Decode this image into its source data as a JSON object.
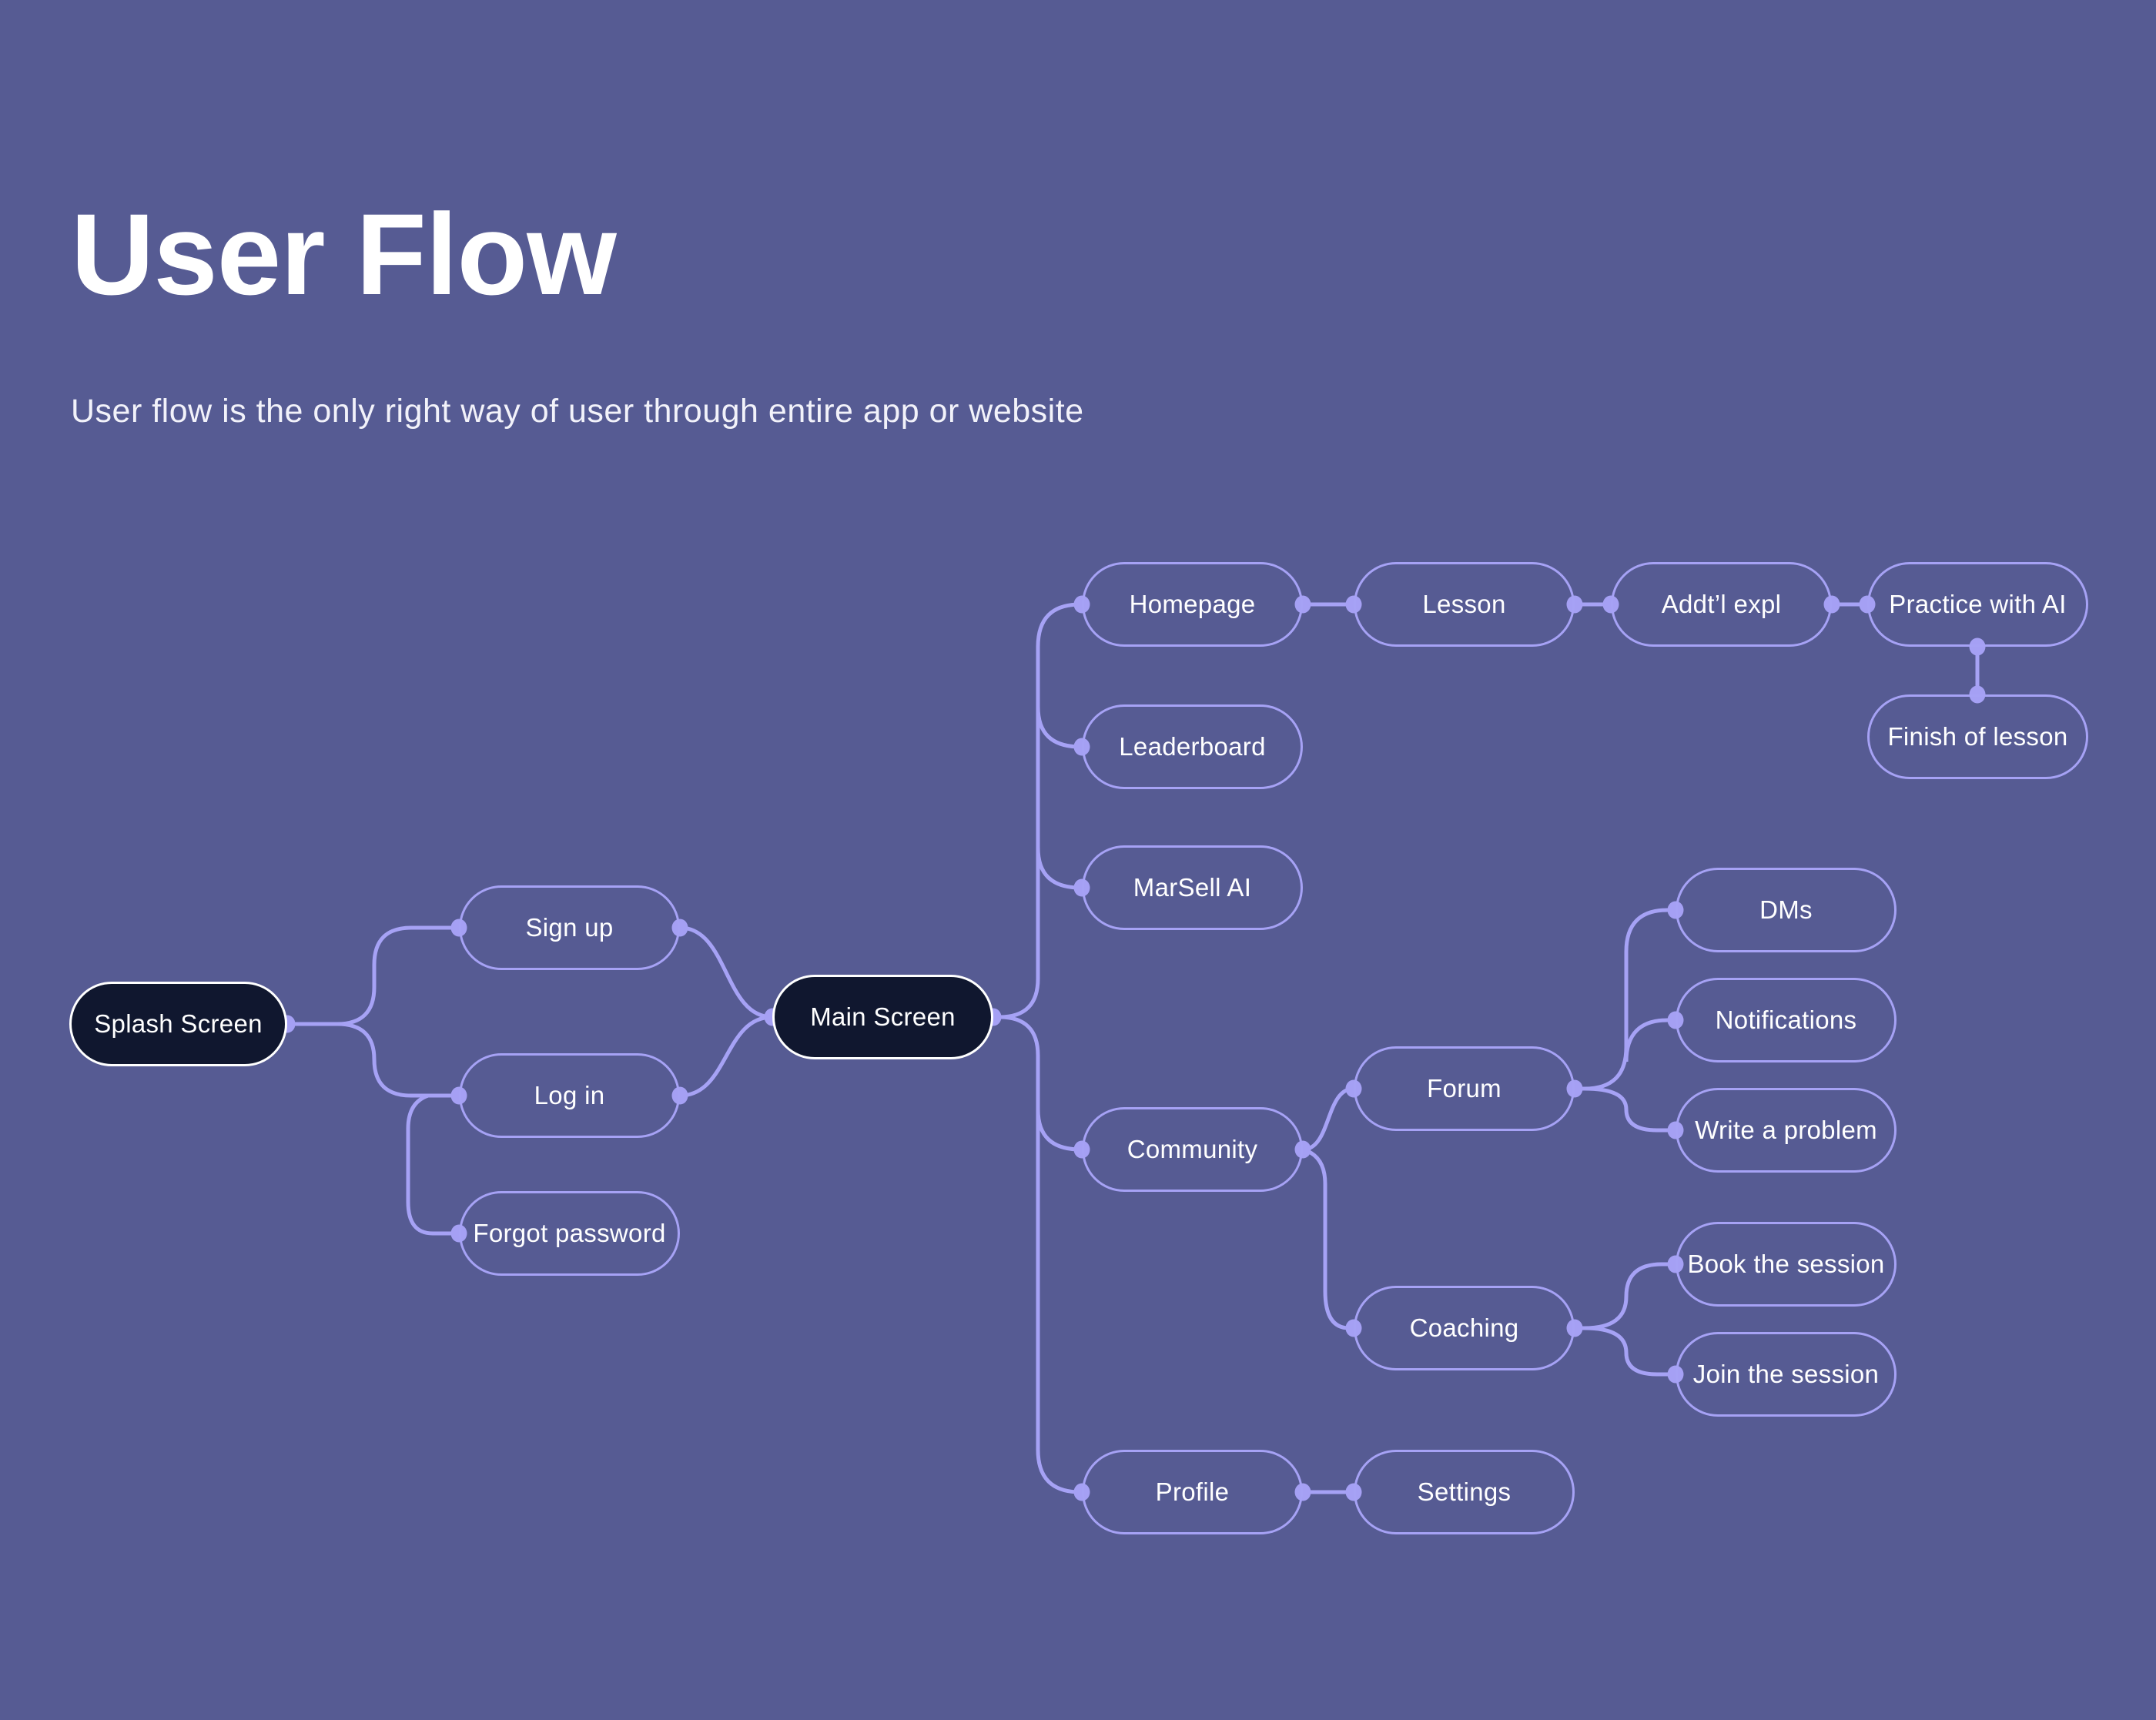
{
  "page": {
    "title": "User Flow",
    "subtitle": "User flow is the only right way of user through entire app or website"
  },
  "palette": {
    "background": "#565B93",
    "connector": "#A6A2F5",
    "dot": "#A5A0F4",
    "light_node_border": "#A6A2F5",
    "dark_node_fill": "#10172F",
    "dark_node_border": "#FFFFFF",
    "text": "#FFFFFF"
  },
  "flow": {
    "nodes": {
      "splash_screen": {
        "label": "Splash Screen",
        "type": "dark"
      },
      "sign_up": {
        "label": "Sign up",
        "type": "light"
      },
      "log_in": {
        "label": "Log in",
        "type": "light"
      },
      "forgot_password": {
        "label": "Forgot password",
        "type": "light"
      },
      "main_screen": {
        "label": "Main Screen",
        "type": "dark"
      },
      "homepage": {
        "label": "Homepage",
        "type": "light"
      },
      "leaderboard": {
        "label": "Leaderboard",
        "type": "light"
      },
      "marsell_ai": {
        "label": "MarSell AI",
        "type": "light"
      },
      "community": {
        "label": "Community",
        "type": "light"
      },
      "profile": {
        "label": "Profile",
        "type": "light"
      },
      "lesson": {
        "label": "Lesson",
        "type": "light"
      },
      "addtl_expl": {
        "label": "Addt’l expl",
        "type": "light"
      },
      "practice_with_ai": {
        "label": "Practice with AI",
        "type": "light"
      },
      "finish_of_lesson": {
        "label": "Finish of lesson",
        "type": "light"
      },
      "forum": {
        "label": "Forum",
        "type": "light"
      },
      "dms": {
        "label": "DMs",
        "type": "light"
      },
      "notifications": {
        "label": "Notifications",
        "type": "light"
      },
      "write_a_problem": {
        "label": "Write a problem",
        "type": "light"
      },
      "coaching": {
        "label": "Coaching",
        "type": "light"
      },
      "book_the_session": {
        "label": "Book the session",
        "type": "light"
      },
      "join_the_session": {
        "label": "Join the session",
        "type": "light"
      },
      "settings": {
        "label": "Settings",
        "type": "light"
      }
    },
    "edges": [
      {
        "from": "splash_screen",
        "to": "sign_up"
      },
      {
        "from": "splash_screen",
        "to": "log_in"
      },
      {
        "from": "splash_screen",
        "to": "forgot_password"
      },
      {
        "from": "sign_up",
        "to": "main_screen"
      },
      {
        "from": "log_in",
        "to": "main_screen"
      },
      {
        "from": "main_screen",
        "to": "homepage"
      },
      {
        "from": "main_screen",
        "to": "leaderboard"
      },
      {
        "from": "main_screen",
        "to": "marsell_ai"
      },
      {
        "from": "main_screen",
        "to": "community"
      },
      {
        "from": "main_screen",
        "to": "profile"
      },
      {
        "from": "homepage",
        "to": "lesson"
      },
      {
        "from": "lesson",
        "to": "addtl_expl"
      },
      {
        "from": "addtl_expl",
        "to": "practice_with_ai"
      },
      {
        "from": "practice_with_ai",
        "to": "finish_of_lesson"
      },
      {
        "from": "community",
        "to": "forum"
      },
      {
        "from": "community",
        "to": "coaching"
      },
      {
        "from": "forum",
        "to": "dms"
      },
      {
        "from": "forum",
        "to": "notifications"
      },
      {
        "from": "forum",
        "to": "write_a_problem"
      },
      {
        "from": "coaching",
        "to": "book_the_session"
      },
      {
        "from": "coaching",
        "to": "join_the_session"
      },
      {
        "from": "profile",
        "to": "settings"
      }
    ]
  }
}
